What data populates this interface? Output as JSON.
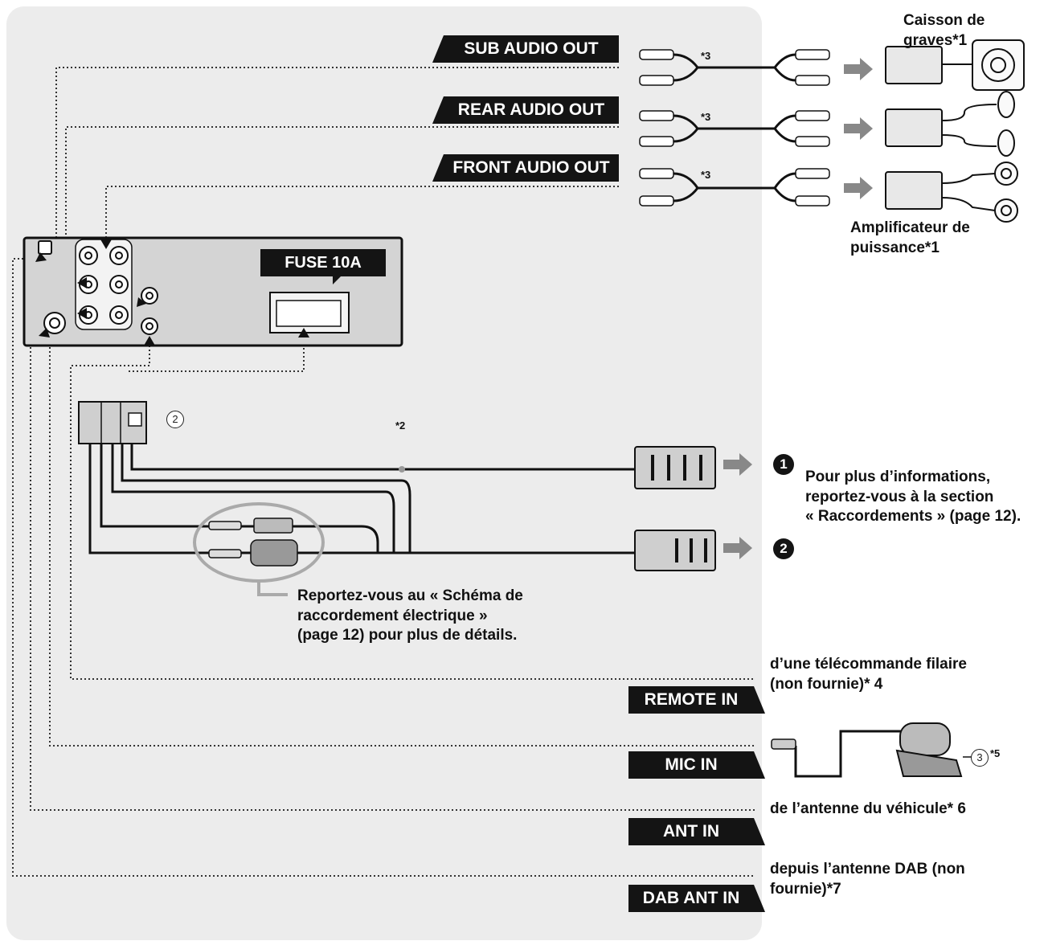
{
  "tags": {
    "sub_audio_out": "SUB AUDIO OUT",
    "rear_audio_out": "REAR AUDIO OUT",
    "front_audio_out": "FRONT AUDIO OUT",
    "remote_in": "REMOTE IN",
    "mic_in": "MIC IN",
    "ant_in": "ANT IN",
    "dab_ant_in": "DAB ANT IN",
    "fuse": "FUSE 10A"
  },
  "labels": {
    "subwoofer": "Caisson de graves*1",
    "amp_line1": "Amplificateur de",
    "amp_line2": "puissance*1",
    "info_line1": "Pour plus d’informations,",
    "info_line2": "reportez-vous à la section",
    "info_line3": "« Raccordements » (page 12).",
    "ref_line1": "Reportez-vous au « Schéma de",
    "ref_line2": "raccordement électrique »",
    "ref_line3": "(page 12) pour plus de détails.",
    "remote_line1": "d’une télécommande filaire",
    "remote_line2": "(non fournie)* 4",
    "ant_label": "de l’antenne du véhicule* 6",
    "dab_line1": "depuis l’antenne DAB (non",
    "dab_line2": "fournie)*7"
  },
  "markers": {
    "star3_a": "*3",
    "star3_b": "*3",
    "star3_c": "*3",
    "star2": "*2",
    "star5": "*5",
    "num1": "1",
    "num2": "2",
    "circ2": "2",
    "circ3": "3"
  },
  "colors": {
    "panel": "#ececec",
    "dark": "#141414",
    "box": "#cfcfcf"
  }
}
